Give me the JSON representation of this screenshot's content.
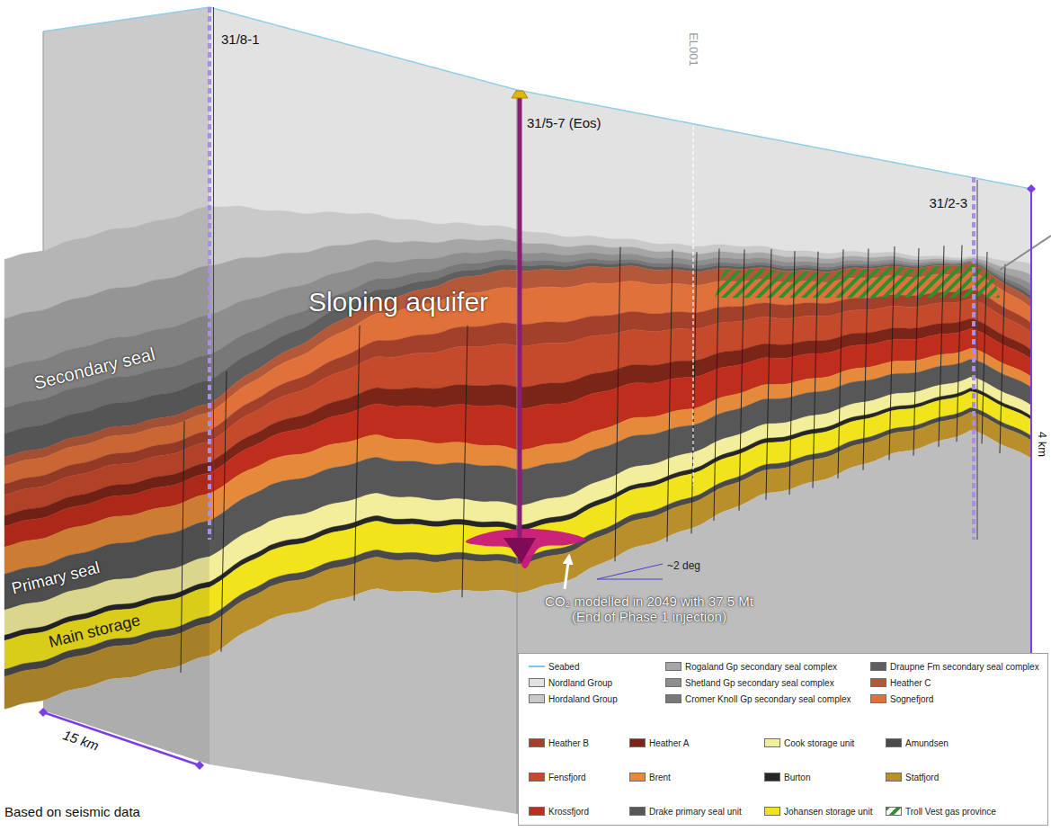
{
  "diagram": {
    "labels": [
      "31/8-1",
      "31/5-7 (Eos)",
      "EL001",
      "31/2-3",
      "Secondary seal",
      "Sloping aquifer",
      "~2 deg",
      "Primary seal",
      "CO₂ modelled in 2049 with 37.5 Mt (End of Phase 1 injection)",
      "Main storage",
      "15 km",
      "4 km",
      "Based on seismic data"
    ],
    "legend": [
      {
        "text": "Seabed"
      },
      {
        "text": "Rogaland Gp secondary seal complex",
        "color": "#a6a6a6"
      },
      {
        "text": "Draupne Fm secondary seal complex",
        "color": "#5f5f5f"
      },
      {
        "text": "Nordland Group",
        "color": "#e2e2e2"
      },
      {
        "text": "Shetland Gp secondary seal complex",
        "color": "#8e8e8e"
      },
      {
        "text": "Heather C",
        "color": "#b4583a"
      },
      {
        "text": "Hordaland Group",
        "color": "#c9c9c9"
      },
      {
        "text": "Cromer Knoll Gp secondary seal complex",
        "color": "#787878"
      },
      {
        "text": "Sognefjord",
        "color": "#e0713a"
      },
      {
        "text": "Heather B",
        "color": "#a3402a"
      },
      {
        "text": "Heather A",
        "color": "#7b2519"
      },
      {
        "text": "Cook storage unit",
        "color": "#f3ee9b"
      },
      {
        "text": "Amundsen",
        "color": "#4a4a4a"
      },
      {
        "text": "Fensfjord",
        "color": "#c54a2b"
      },
      {
        "text": "Brent",
        "color": "#e48a3a"
      },
      {
        "text": "Burton",
        "color": "#262626"
      },
      {
        "text": "Statfjord",
        "color": "#b98f2c"
      },
      {
        "text": "Krossfjord",
        "color": "#bf2e1c"
      },
      {
        "text": "Drake primary seal unit",
        "color": "#575757"
      },
      {
        "text": "Johansen storage unit",
        "color": "#f1e41c"
      },
      {
        "text": "Troll Vest gas province"
      }
    ]
  }
}
